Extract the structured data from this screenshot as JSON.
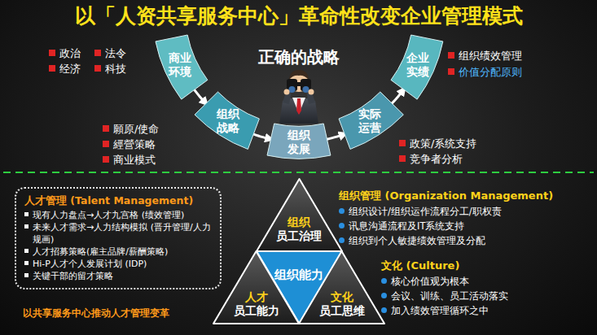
{
  "diagram": {
    "title": "以「人资共享服务中心」革命性改变企业管理模式",
    "nodes": [
      {
        "text": [
          "商业环境"
        ]
      },
      {
        "text": [
          "组织战略"
        ]
      },
      {
        "text": [
          "组织发展"
        ]
      },
      {
        "text": [
          "实际运营"
        ]
      },
      {
        "text": [
          "企业实绩"
        ]
      },
      {
        "text": [
          "人才管理 (Talent Management)",
          "现有人力盘点→人才九宫格 (绩效管理)",
          "未来人才需求→人力结构模拟 (晋升管理/人力规画)",
          "人才招募策略(雇主品牌/薪酬策略)",
          "Hi-P人才个人发展计划 (IDP)",
          "关键干部的留才策略"
        ]
      },
      {
        "text": [
          "组织",
          "员工治理"
        ]
      },
      {
        "text": [
          "组织能力"
        ]
      },
      {
        "text": [
          "人才",
          "员工能力"
        ]
      },
      {
        "text": [
          "文化",
          "员工思维"
        ]
      }
    ],
    "edges": [
      {
        "from": 0,
        "to": 1,
        "arrow": "to"
      },
      {
        "from": 1,
        "to": 2,
        "arrow": "to"
      },
      {
        "from": 2,
        "to": 3,
        "arrow": "to"
      },
      {
        "from": 3,
        "to": 4,
        "arrow": "to"
      }
    ],
    "labels": [
      "正确的战略",
      "政治",
      "经济",
      "法令",
      "科技",
      "願原/使命",
      "經營策略",
      "商业模式",
      "组织绩效管理",
      "价值分配原则",
      "政策/系统支持",
      "竞争者分析",
      "组织管理 (Organization Management)",
      "组织设计/组织运作流程分工/职权责",
      "讯息沟通流程及IT系统支持",
      "组织到个人敏捷绩效管理及分配",
      "文化 (Culture)",
      "核心价值观为根本",
      "会议、训练、员工活动落实",
      "加入绩效管理循环之中",
      "以共享服务中心推动人才管理变革"
    ]
  }
}
